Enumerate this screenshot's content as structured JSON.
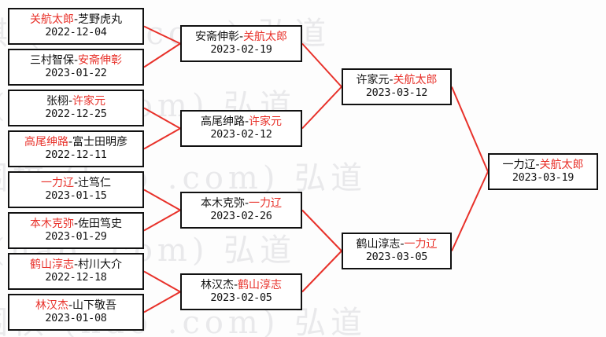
{
  "diagram": {
    "type": "tournament-bracket",
    "title": "",
    "colors": {
      "winner": "#e8312a",
      "loser": "#111111",
      "box_border": "#111111",
      "connector": "#e8312a",
      "background": "#fdfdfd",
      "watermark": "#d9dade"
    },
    "watermark": {
      "lines": [
        "棋 (hao .com) 弘道",
        "围棋 (hao .com) 弘道",
        "围棋 (hao .com) 弘道",
        "围棋 (hao .com) 弘道",
        "围棋 (hao .com) 弘道"
      ]
    }
  },
  "rounds": [
    {
      "name": "round-1",
      "matches": [
        {
          "id": "r1m1",
          "winner": "关航太郎",
          "loser": "芝野虎丸",
          "winner_side": "left",
          "date": "2022-12-04"
        },
        {
          "id": "r1m2",
          "winner": "安斋伸彰",
          "loser": "三村智保",
          "winner_side": "right",
          "date": "2023-01-22"
        },
        {
          "id": "r1m3",
          "winner": "许家元",
          "loser": "张栩",
          "winner_side": "right",
          "date": "2022-12-25"
        },
        {
          "id": "r1m4",
          "winner": "高尾绅路",
          "loser": "富士田明彦",
          "winner_side": "left",
          "date": "2022-12-11"
        },
        {
          "id": "r1m5",
          "winner": "一力辽",
          "loser": "辻笃仁",
          "winner_side": "left",
          "date": "2023-01-15"
        },
        {
          "id": "r1m6",
          "winner": "本木克弥",
          "loser": "佐田笃史",
          "winner_side": "left",
          "date": "2023-01-29"
        },
        {
          "id": "r1m7",
          "winner": "鹤山淳志",
          "loser": "村川大介",
          "winner_side": "left",
          "date": "2022-12-18"
        },
        {
          "id": "r1m8",
          "winner": "林汉杰",
          "loser": "山下敬吾",
          "winner_side": "left",
          "date": "2023-01-08"
        }
      ]
    },
    {
      "name": "round-2",
      "matches": [
        {
          "id": "r2m1",
          "winner": "关航太郎",
          "loser": "安斋伸彰",
          "winner_side": "right",
          "date": "2023-02-19"
        },
        {
          "id": "r2m2",
          "winner": "许家元",
          "loser": "高尾绅路",
          "winner_side": "right",
          "date": "2023-02-12"
        },
        {
          "id": "r2m3",
          "winner": "一力辽",
          "loser": "本木克弥",
          "winner_side": "right",
          "date": "2023-02-26"
        },
        {
          "id": "r2m4",
          "winner": "鹤山淳志",
          "loser": "林汉杰",
          "winner_side": "right",
          "date": "2023-02-05"
        }
      ]
    },
    {
      "name": "round-3",
      "matches": [
        {
          "id": "r3m1",
          "winner": "关航太郎",
          "loser": "许家元",
          "winner_side": "right",
          "date": "2023-03-12"
        },
        {
          "id": "r3m2",
          "winner": "一力辽",
          "loser": "鹤山淳志",
          "winner_side": "right",
          "date": "2023-03-05"
        }
      ]
    },
    {
      "name": "final",
      "matches": [
        {
          "id": "r4m1",
          "winner": "关航太郎",
          "loser": "一力辽",
          "winner_side": "right",
          "date": "2023-03-19"
        }
      ]
    }
  ]
}
